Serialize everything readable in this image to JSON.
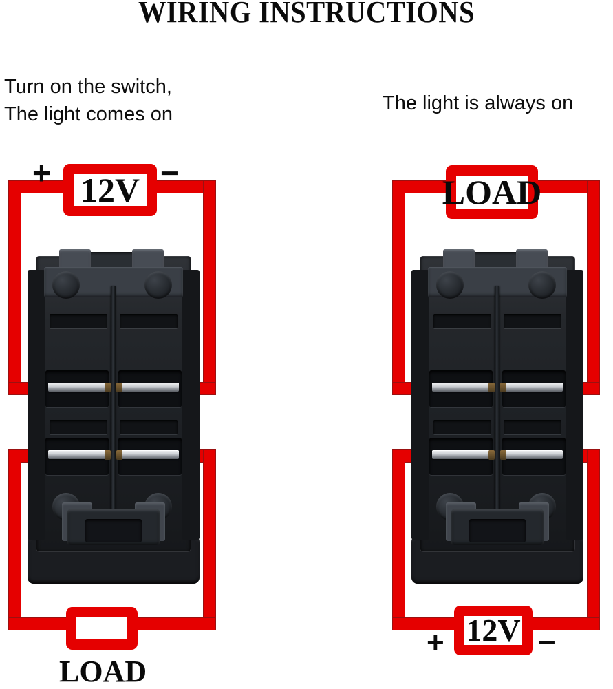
{
  "title": "WIRING INSTRUCTIONS",
  "diagrams": [
    {
      "id": "left",
      "caption": "Turn on the switch,\nThe light comes on",
      "top_box": {
        "label": "12V",
        "plus": "+",
        "minus": "−"
      },
      "bottom_box": {
        "label": "",
        "caption_below": "LOAD"
      }
    },
    {
      "id": "right",
      "caption": "The light is always on",
      "top_box": {
        "label": "LOAD"
      },
      "bottom_box": {
        "label": "12V",
        "plus": "+",
        "minus": "−"
      }
    }
  ],
  "switch": {
    "name": "rocker-switch-rear-view",
    "terminal_rows": 2,
    "terminal_columns": 2,
    "terminals": [
      "upper-left",
      "upper-right",
      "lower-left",
      "lower-right"
    ]
  },
  "colors": {
    "wire": "#e50000",
    "wire_outline": "#9b1111",
    "text": "#0a0a0a",
    "background": "#ffffff",
    "switch_body": "#24272b"
  }
}
